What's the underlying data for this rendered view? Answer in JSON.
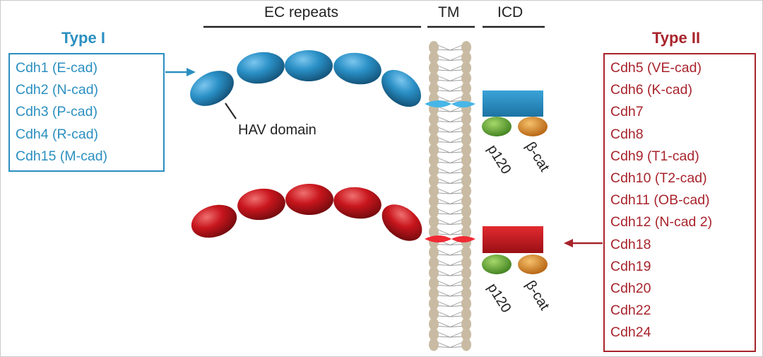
{
  "header": {
    "ec_repeats": "EC repeats",
    "tm": "TM",
    "icd": "ICD"
  },
  "type1": {
    "title": "Type I",
    "color": "#2b8fc0",
    "items": [
      "Cdh1 (E-cad)",
      "Cdh2 (N-cad)",
      "Cdh3 (P-cad)",
      "Cdh4 (R-cad)",
      "Cdh15 (M-cad)"
    ]
  },
  "type2": {
    "title": "Type II",
    "color": "#a8242c",
    "items": [
      "Cdh5 (VE-cad)",
      "Cdh6 (K-cad)",
      "Cdh7",
      "Cdh8",
      "Cdh9 (T1-cad)",
      "Cdh10 (T2-cad)",
      "Cdh11 (OB-cad)",
      "Cdh12 (N-cad 2)",
      "Cdh18",
      "Cdh19",
      "Cdh20",
      "Cdh22",
      "Cdh24"
    ]
  },
  "labels": {
    "hav_domain": "HAV domain",
    "p120": "p120",
    "beta_cat": "β-cat"
  },
  "colors": {
    "blue_domain": "#2a90c6",
    "red_domain": "#c8161d",
    "membrane_head": "#c9bba3",
    "p120_green": "#5aa52e",
    "beta_cat_orange": "#e3821e"
  }
}
